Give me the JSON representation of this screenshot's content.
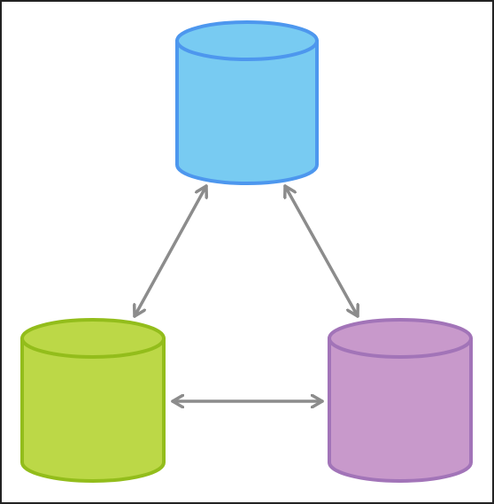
{
  "diagram": {
    "frame_color": "#222222",
    "arrow_color": "#8c8c8c",
    "nodes": [
      {
        "id": "top",
        "fill": "#78cbf2",
        "stroke": "#4d97ee"
      },
      {
        "id": "left",
        "fill": "#bcd847",
        "stroke": "#93bd1b"
      },
      {
        "id": "right",
        "fill": "#c899cb",
        "stroke": "#a274b8"
      }
    ],
    "edges": [
      {
        "from": "top",
        "to": "left",
        "bidirectional": true
      },
      {
        "from": "top",
        "to": "right",
        "bidirectional": true
      },
      {
        "from": "left",
        "to": "right",
        "bidirectional": true
      }
    ]
  }
}
